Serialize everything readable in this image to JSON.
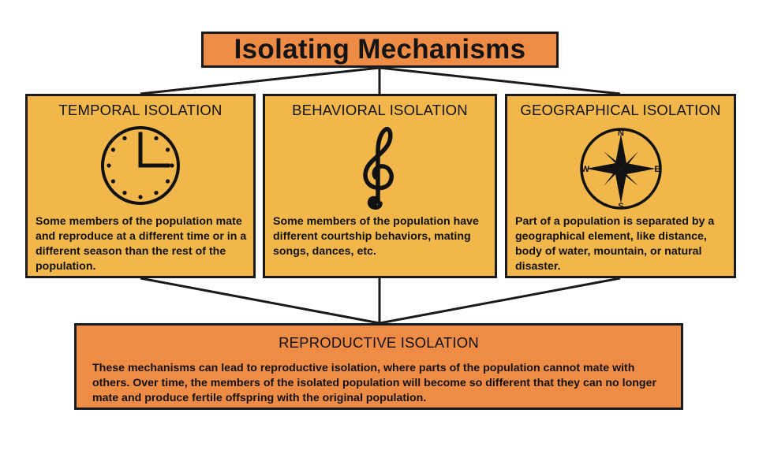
{
  "title": "Isolating Mechanisms",
  "cards": [
    {
      "heading": "TEMPORAL ISOLATION",
      "icon": "clock-icon",
      "text": "Some members of the population mate and reproduce at a different time or in a different season than the rest of the population."
    },
    {
      "heading": "BEHAVIORAL ISOLATION",
      "icon": "treble-clef-icon",
      "text": "Some members of the population have different courtship behaviors, mating songs, dances, etc."
    },
    {
      "heading": "GEOGRAPHICAL ISOLATION",
      "icon": "compass-rose-icon",
      "compass": {
        "n": "N",
        "e": "E",
        "s": "S",
        "w": "W"
      },
      "text": "Part of a population is separated by a geographical element, like distance, body of water, mountain, or natural disaster."
    }
  ],
  "result": {
    "heading": "REPRODUCTIVE ISOLATION",
    "text": "These mechanisms can lead to reproductive isolation, where parts of the population cannot mate with others. Over time, the members of the isolated population will become so different that they can no longer mate and produce fertile offspring with the original population."
  },
  "colors": {
    "title_fill": "#ee8b45",
    "card_fill": "#f2b74a",
    "result_fill": "#ee8b45",
    "outline": "#1a1a1a"
  }
}
